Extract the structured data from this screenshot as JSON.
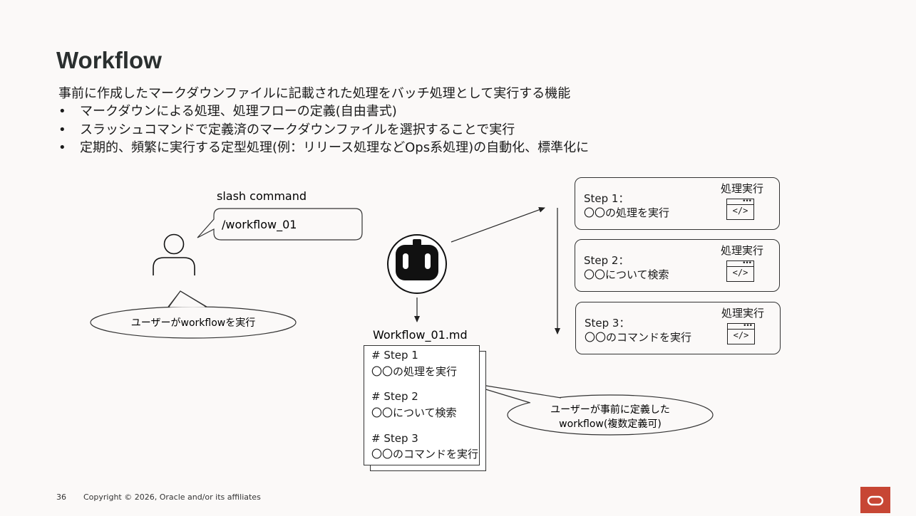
{
  "title": "Workflow",
  "intro": "事前に作成したマークダウンファイルに記載された処理をバッチ処理として実行する機能",
  "bullets": [
    "マークダウンによる処理、処理フローの定義(自由書式)",
    "スラッシュコマンドで定義済のマークダウンファイルを選択することで実行",
    "定期的、頻繁に実行する定型処理(例：リリース処理などOps系処理)の自動化、標準化に"
  ],
  "bullet_marker": "•",
  "diagram": {
    "slash_label": "slash command",
    "command_text": "/workflow_01",
    "user_caption": "ユーザーがworkflowを実行",
    "file_name": "Workflow_01.md",
    "file_lines": [
      "# Step 1",
      "〇〇の処理を実行",
      "# Step 2",
      "〇〇について検索",
      "# Step 3",
      "〇〇のコマンドを実行"
    ],
    "file_caption_line1": "ユーザーが事前に定義した",
    "file_caption_line2": "workflow(複数定義可)",
    "steps": [
      {
        "title": "Step 1：",
        "desc": "〇〇の処理を実行",
        "action": "処理実行"
      },
      {
        "title": "Step 2：",
        "desc": "〇〇について検索",
        "action": "処理実行"
      },
      {
        "title": "Step 3：",
        "desc": "〇〇のコマンドを実行",
        "action": "処理実行"
      }
    ],
    "icons": {
      "user": "person-icon",
      "agent": "robot-icon",
      "code": "code-window-icon"
    }
  },
  "footer": {
    "page_number": "36",
    "copyright": "Copyright © 2026, Oracle and/or its affiliates"
  },
  "colors": {
    "brand": "#c74634",
    "background": "#fbf9f8",
    "title": "#2a2f2f"
  }
}
